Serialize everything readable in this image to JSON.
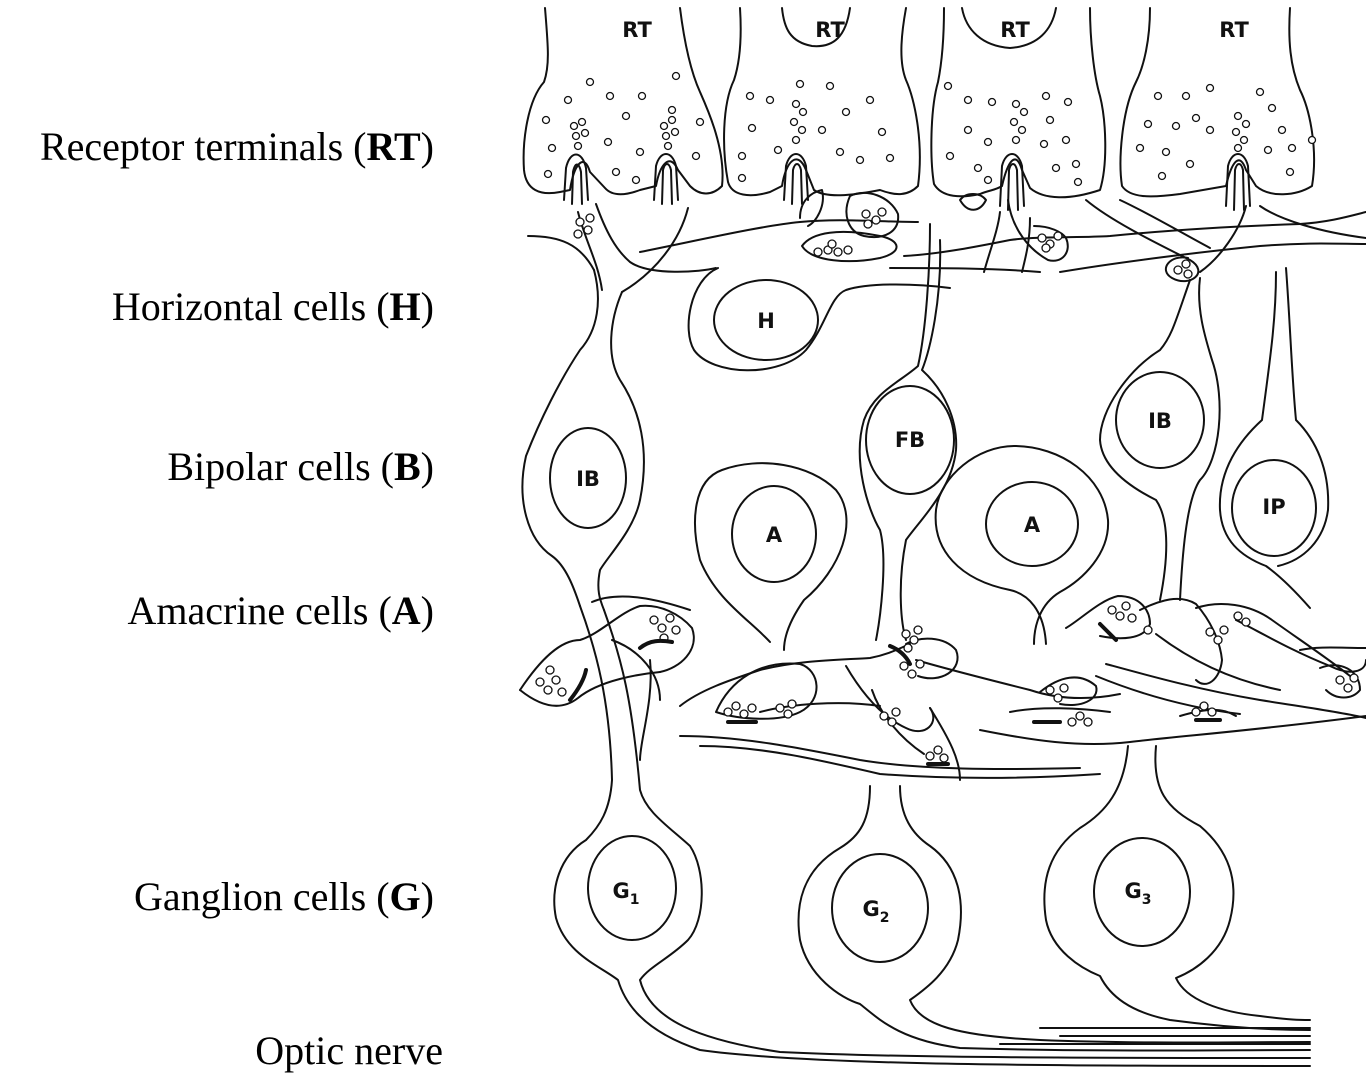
{
  "legend": {
    "receptor": {
      "text": "Receptor terminals (",
      "abbr": "RT",
      "close": ")"
    },
    "horizontal": {
      "text": "Horizontal cells (",
      "abbr": "H",
      "close": ")"
    },
    "bipolar": {
      "text": "Bipolar cells (",
      "abbr": "B",
      "close": ")"
    },
    "amacrine": {
      "text": "Amacrine cells (",
      "abbr": "A",
      "close": ")"
    },
    "ganglion": {
      "text": "Ganglion cells (",
      "abbr": "G",
      "close": ")"
    },
    "optic_nerve": {
      "text": "Optic nerve"
    }
  },
  "cell_labels": {
    "rt": "RT",
    "h": "H",
    "ib": "IB",
    "fb": "FB",
    "a": "A",
    "ip": "IP",
    "g": "G",
    "g1_sub": "1",
    "g2_sub": "2",
    "g3_sub": "3"
  }
}
